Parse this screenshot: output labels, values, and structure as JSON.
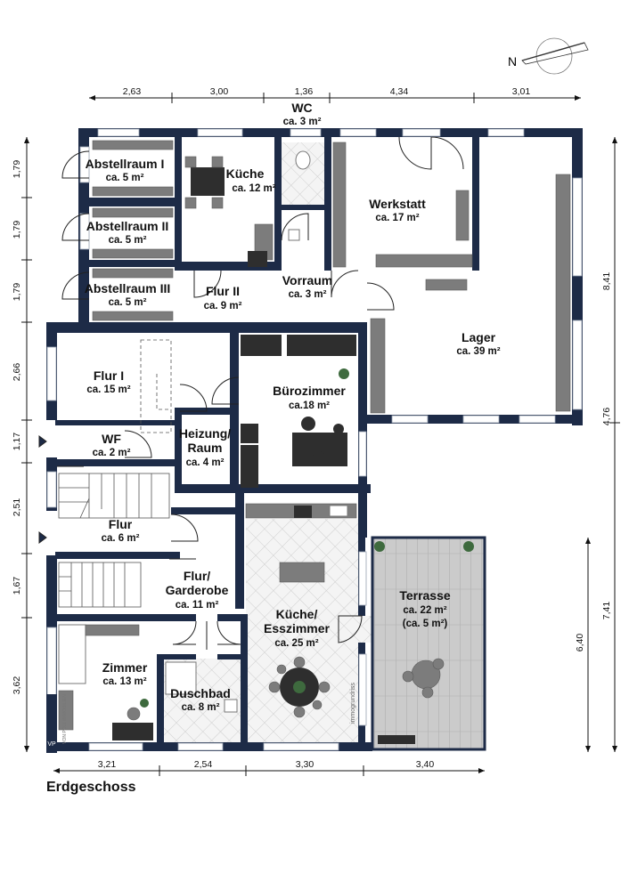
{
  "floor_title": "Erdgeschoss",
  "compass_label": "N",
  "watermark_text": "immogrundriss",
  "logo": {
    "mark": "VP",
    "text": "VON POLL IMMOBILIEN"
  },
  "rooms": {
    "abstell1": {
      "name": "Abstellraum I",
      "area": "ca. 5 m²"
    },
    "abstell2": {
      "name": "Abstellraum II",
      "area": "ca. 5 m²"
    },
    "abstell3": {
      "name": "Abstellraum III",
      "area": "ca. 5 m²"
    },
    "kueche": {
      "name": "Küche",
      "area": "ca. 12 m²"
    },
    "wc": {
      "name": "WC",
      "area": "ca. 3 m²"
    },
    "werkstatt": {
      "name": "Werkstatt",
      "area": "ca. 17 m²"
    },
    "flur2": {
      "name": "Flur  II",
      "area": "ca. 9 m²"
    },
    "vorraum": {
      "name": "Vorraum",
      "area": "ca. 3 m²"
    },
    "lager": {
      "name": "Lager",
      "area": "ca. 39 m²"
    },
    "flur1": {
      "name": "Flur  I",
      "area": "ca. 15 m²"
    },
    "buero": {
      "name": "Bürozimmer",
      "area": "ca.18 m²"
    },
    "heizung_l1": "Heizung/",
    "heizung_l2": "Raum",
    "heizung_area": "ca. 4 m²",
    "wf": {
      "name": "WF",
      "area": "ca. 2 m²"
    },
    "flur": {
      "name": "Flur",
      "area": "ca. 6 m²"
    },
    "garderobe_l1": "Flur/",
    "garderobe_l2": "Garderobe",
    "garderobe_area": "ca. 11 m²",
    "essen_l1": "Küche/",
    "essen_l2": "Esszimmer",
    "essen_area": "ca. 25 m²",
    "terrasse": {
      "name": "Terrasse",
      "area": "ca. 22 m²",
      "area2": "(ca. 5 m²)"
    },
    "zimmer": {
      "name": "Zimmer",
      "area": "ca. 13 m²"
    },
    "duschbad": {
      "name": "Duschbad",
      "area": "ca. 8 m²"
    }
  },
  "dimensions": {
    "top": [
      "2,63",
      "3,00",
      "1,36",
      "4,34",
      "3,01"
    ],
    "bottom": [
      "3,21",
      "2,54",
      "3,30",
      "3,40"
    ],
    "left": [
      "1,79",
      "1,79",
      "1,79",
      "2,66",
      "1,17",
      "2,51",
      "1,67",
      "3,62"
    ],
    "right_outer": [
      "8,41",
      "4,76"
    ],
    "right_terrace": [
      "6,40",
      "7,41"
    ]
  },
  "colors": {
    "wall": "#1d2b47",
    "furniture": "#7c7c7c",
    "terrace": "#c8c8c8",
    "tile": "#dcdcdc"
  }
}
